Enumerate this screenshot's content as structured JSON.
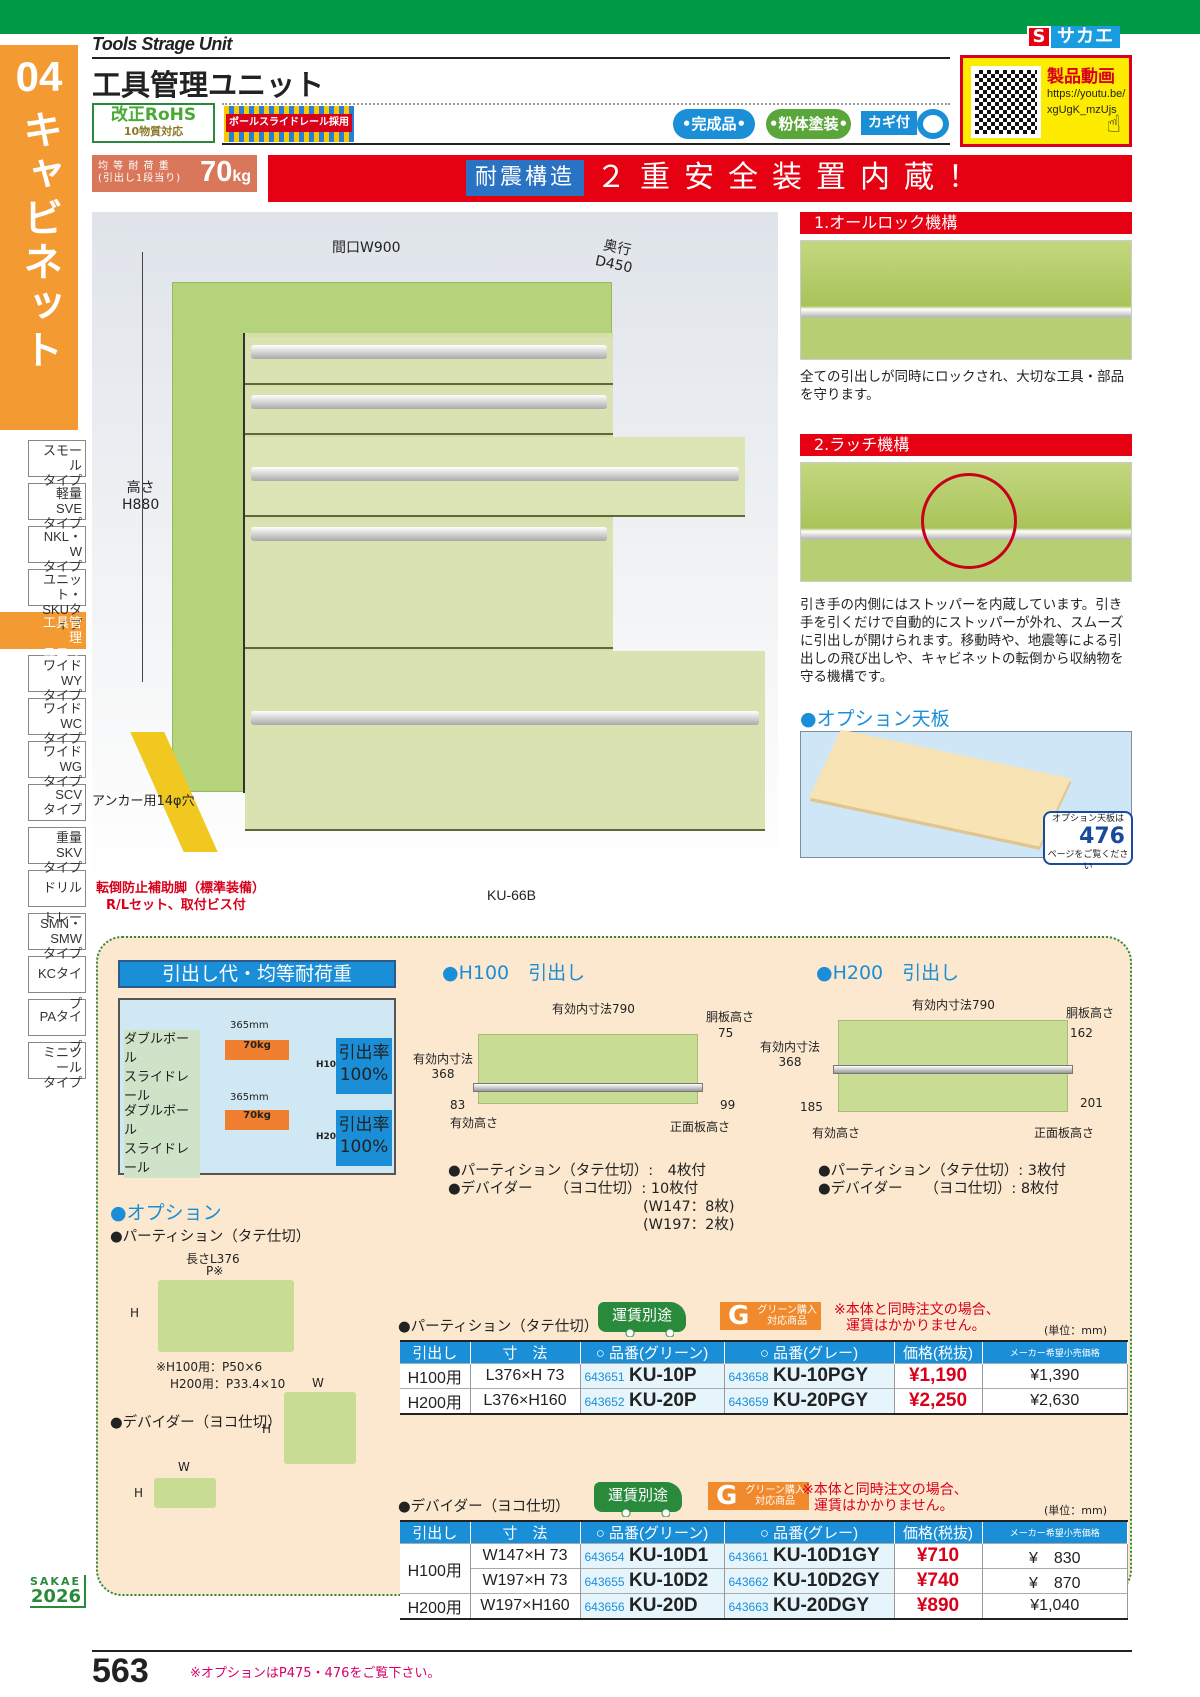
{
  "brand": {
    "logo_s": "S",
    "logo_text": "サカエ",
    "colors": {
      "green": "#009a44",
      "red": "#e50012",
      "blue": "#1a8fd8",
      "orange": "#f39a32"
    }
  },
  "chapter": {
    "number": "04",
    "label": "キャビネット"
  },
  "side_nav": [
    {
      "line1": "スモール",
      "line2": "タイプ"
    },
    {
      "line1": "軽量SVE",
      "line2": "タイプ"
    },
    {
      "line1": "NKL・W",
      "line2": "タイプ"
    },
    {
      "line1": "ユニット・",
      "line2": "SKUタイプ"
    },
    {
      "line1": "工具管理",
      "line2": "ユニット",
      "active": true
    },
    {
      "line1": "ワイドWY",
      "line2": "タイプ"
    },
    {
      "line1": "ワイドWC",
      "line2": "タイプ"
    },
    {
      "line1": "ワイドWG",
      "line2": "タイプ"
    },
    {
      "line1": "SCV",
      "line2": "タイプ"
    },
    {
      "line1": "重量SKV",
      "line2": "タイプ"
    },
    {
      "line1": "ドリルトレー",
      "line2": ""
    },
    {
      "line1": "SMN・SMW",
      "line2": "タイプ"
    },
    {
      "line1": "KCタイプ",
      "line2": ""
    },
    {
      "line1": "PAタイプ",
      "line2": ""
    },
    {
      "line1": "ミニツール",
      "line2": "タイプ"
    }
  ],
  "header": {
    "title_en": "Tools Strage Unit",
    "title_jp": "工具管理ユニット",
    "rohs_main": "改正RoHS",
    "rohs_sub": "10物質対応",
    "ball_slide": "ボールスライドレール採用",
    "badges": {
      "finished": "•完成品•",
      "powder": "•粉体塗装•",
      "key": "カギ付"
    },
    "video": {
      "title": "製品動画",
      "url_line1": "https://youtu.be/",
      "url_line2": "xgUgK_mzUjs"
    }
  },
  "load": {
    "label1": "均 等 耐 荷 重",
    "label2": "(引出し1段当り)",
    "value": "70",
    "unit": "kg"
  },
  "banner": {
    "tag": "耐震構造",
    "message": "２重安全装置内蔵！"
  },
  "product_photo": {
    "width_label": "間口W900",
    "depth_label1": "奥行",
    "depth_label2": "D450",
    "height_label1": "高さ",
    "height_label2": "H880",
    "anchor_label": "アンカー用14φ穴",
    "foot_label1": "転倒防止補助脚（標準装備）",
    "foot_label2": "R/Lセット、取付ビス付",
    "model": "KU-66B"
  },
  "features": [
    {
      "title": "1.オールロック機構",
      "text": "全ての引出しが同時にロックされ、大切な工具・部品を守ります。"
    },
    {
      "title": "2.ラッチ機構",
      "text": "引き手の内側にはストッパーを内蔵しています。引き手を引くだけで自動的にストッパーが外れ、スムーズに引出しが開けられます。移動時や、地震等による引出しの飛び出しや、キャビネットの転倒から収納物を守る機構です。"
    }
  ],
  "top_board": {
    "title": "●オプション天板",
    "ref_line1": "オプション天板は",
    "ref_page": "476",
    "ref_line2": "ページをご覧ください"
  },
  "load_section": {
    "title": "引出し代・均等耐荷重",
    "rows": [
      {
        "rail1": "ダブルボール",
        "rail2": "スライドレール",
        "travel": "365mm",
        "load": "70kg",
        "drawer": "H100",
        "rate1": "引出率",
        "rate2": "100%"
      },
      {
        "rail1": "ダブルボール",
        "rail2": "スライドレール",
        "travel": "365mm",
        "load": "70kg",
        "drawer": "H200",
        "rate1": "引出率",
        "rate2": "100%"
      }
    ]
  },
  "drawers": [
    {
      "title": "●H100　引出し",
      "inner_w": "有効内寸法790",
      "inner_d_label": "有効内寸法",
      "inner_d": "368",
      "side_label": "胴板高さ",
      "side_h": "75",
      "eff_h": "83",
      "eff_label": "有効高さ",
      "front_h": "99",
      "front_label": "正面板高さ",
      "partition": "●パーティション（タテ仕切）:　4枚付",
      "divider": "●デバイダー　　（ヨコ仕切）: 10枚付",
      "divider_detail1": "(W147：8枚)",
      "divider_detail2": "(W197：2枚)"
    },
    {
      "title": "●H200　引出し",
      "inner_w": "有効内寸法790",
      "inner_d_label": "有効内寸法",
      "inner_d": "368",
      "side_label": "胴板高さ",
      "side_h": "162",
      "eff_h": "185",
      "eff_label": "有効高さ",
      "front_h": "201",
      "front_label": "正面板高さ",
      "partition": "●パーティション（タテ仕切）: 3枚付",
      "divider": "●デバイダー　　（ヨコ仕切）: 8枚付"
    }
  ],
  "options": {
    "title": "●オプション",
    "partition_title": "●パーティション（タテ仕切）",
    "partition_len": "長さL376",
    "partition_p": "P※",
    "partition_h": "H",
    "partition_note1": "※H100用：P50×6",
    "partition_note2": "H200用：P33.4×10",
    "divider_title": "●デバイダー（ヨコ仕切）",
    "w": "W",
    "h": "H"
  },
  "partition_table": {
    "title": "●パーティション（タテ仕切）",
    "freight": "運賃別途",
    "green_g": "G",
    "green_label1": "グリーン購入",
    "green_label2": "対応商品",
    "note1": "※本体と同時注文の場合、",
    "note2": "運賃はかかりません。",
    "unit": "(単位：mm)",
    "headers": [
      "引出し",
      "寸　法",
      "○ 品番(グリーン)",
      "○ 品番(グレー)",
      "価格(税抜)",
      "メーカー希望小売価格"
    ],
    "rows": [
      {
        "drawer": "H100用",
        "size": "L376×H  73",
        "code_g": "643651",
        "part_g": "KU-10P",
        "code_gy": "643658",
        "part_gy": "KU-10PGY",
        "price": "¥1,190",
        "msrp": "¥1,390"
      },
      {
        "drawer": "H200用",
        "size": "L376×H160",
        "code_g": "643652",
        "part_g": "KU-20P",
        "code_gy": "643659",
        "part_gy": "KU-20PGY",
        "price": "¥2,250",
        "msrp": "¥2,630"
      }
    ]
  },
  "divider_table": {
    "title": "●デバイダー（ヨコ仕切）",
    "freight": "運賃別途",
    "green_g": "G",
    "green_label1": "グリーン購入",
    "green_label2": "対応商品",
    "note1": "※本体と同時注文の場合、",
    "note2": "運賃はかかりません。",
    "unit": "(単位：mm)",
    "headers": [
      "引出し",
      "寸　法",
      "○ 品番(グリーン)",
      "○ 品番(グレー)",
      "価格(税抜)",
      "メーカー希望小売価格"
    ],
    "rows": [
      {
        "drawer": "H100用",
        "size": "W147×H  73",
        "code_g": "643654",
        "part_g": "KU-10D1",
        "code_gy": "643661",
        "part_gy": "KU-10D1GY",
        "price": "¥710",
        "msrp": "¥　830"
      },
      {
        "drawer": "",
        "size": "W197×H  73",
        "code_g": "643655",
        "part_g": "KU-10D2",
        "code_gy": "643662",
        "part_gy": "KU-10D2GY",
        "price": "¥740",
        "msrp": "¥　870"
      },
      {
        "drawer": "H200用",
        "size": "W197×H160",
        "code_g": "643656",
        "part_g": "KU-20D",
        "code_gy": "643663",
        "part_gy": "KU-20DGY",
        "price": "¥890",
        "msrp": "¥1,040"
      }
    ]
  },
  "footer": {
    "sakae": "SAKAE",
    "year": "2026",
    "page": "563",
    "note": "※オプションはP475・476をご覧下さい。"
  }
}
